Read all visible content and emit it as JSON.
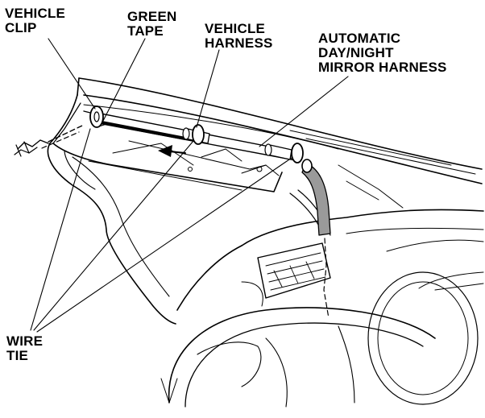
{
  "labels": {
    "vehicle_clip": [
      "VEHICLE",
      "CLIP"
    ],
    "green_tape": [
      "GREEN",
      "TAPE"
    ],
    "vehicle_harness": [
      "VEHICLE",
      "HARNESS"
    ],
    "mirror_harness": [
      "AUTOMATIC",
      "DAY/NIGHT",
      "MIRROR HARNESS"
    ],
    "wire_tie": [
      "WIRE",
      "TIE"
    ]
  },
  "colors": {
    "line": "#000000",
    "background": "#ffffff",
    "harness_fill": "#9a9a9a",
    "tape_fill": "#ffffff"
  }
}
